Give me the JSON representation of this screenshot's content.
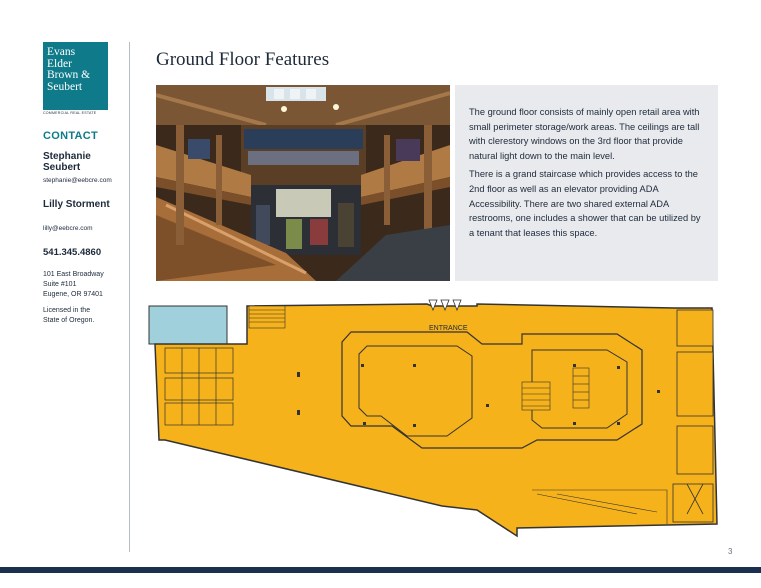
{
  "brand": {
    "logo_lines": [
      "Evans",
      "Elder",
      "Brown &",
      "Seubert"
    ],
    "tagline": "COMMERCIAL REAL ESTATE",
    "accent": "#0f7a8a",
    "navy": "#1b2f4f"
  },
  "contact": {
    "heading": "CONTACT",
    "agents": [
      {
        "name": "Stephanie Seubert",
        "email": "stephanie@eebcre.com"
      },
      {
        "name": "Lilly Storment",
        "email": "lilly@eebcre.com"
      }
    ],
    "phone": "541.345.4860",
    "address_lines": [
      "101 East Broadway",
      "Suite #101",
      "Eugene, OR 97401"
    ],
    "license_lines": [
      "Licensed in the",
      "State of Oregon."
    ]
  },
  "page": {
    "title": "Ground Floor Features",
    "number": "3"
  },
  "description": {
    "paragraphs": [
      "The ground floor consists of mainly open retail area with small perimeter storage/work areas. The ceilings are tall with clerestory windows on the 3rd floor that provide natural light down to the main level.",
      "There is a grand staircase which provides access to the 2nd floor as well as an elevator providing ADA Accessibility. There are two shared external ADA restrooms, one includes a shower that can be utilized by a tenant that leases this space."
    ]
  },
  "floor_plan": {
    "entrance_label": "ENTRANCE",
    "retail_color": "#f6b21a",
    "restroom_color": "#9fd0dc"
  }
}
